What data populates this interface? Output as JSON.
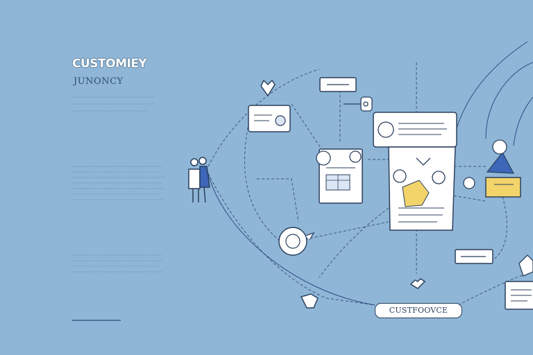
{
  "header": {
    "title": "CUSTOMIEY",
    "subtitle": "JUNONCY"
  },
  "footer_label": "CUSTFOOVCE",
  "colors": {
    "background": "#8fb6d6",
    "line": "#2b3f5c",
    "accent_blue": "#3d66b8",
    "accent_yellow": "#f2d46a",
    "placeholder_text": "#6f93bb"
  },
  "icons": [
    "person-icon",
    "heart-icon",
    "message-card-icon",
    "document-icon",
    "chat-bubble-icon",
    "pin-icon",
    "cursor-icon",
    "shield-icon",
    "tag-icon",
    "laptop-icon"
  ]
}
